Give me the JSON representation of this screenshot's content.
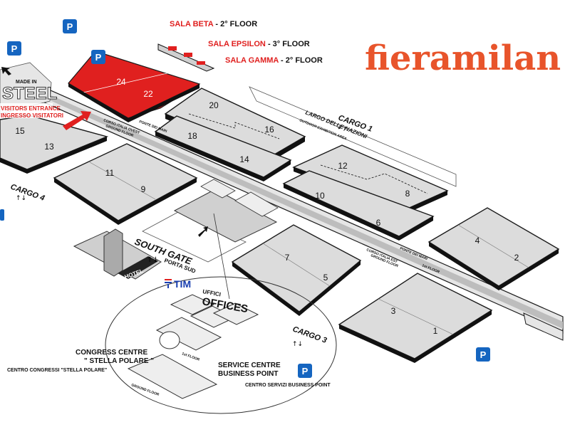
{
  "brand": {
    "logo_text": "fieramilan",
    "color": "#e8542b"
  },
  "colors": {
    "accent_red": "#e0201f",
    "hall_fill": "#dcdcdc",
    "parking": "#1565c0"
  },
  "halls": [
    "24",
    "22",
    "20",
    "18",
    "16",
    "15",
    "14",
    "13",
    "12",
    "11",
    "10",
    "9",
    "8",
    "7",
    "6",
    "5",
    "4",
    "3",
    "2",
    "1"
  ],
  "rooms": [
    {
      "name": "SALA BETA",
      "floor": " - 2° FLOOR"
    },
    {
      "name": "SALA EPSILON",
      "floor": " - 3° FLOOR"
    },
    {
      "name": "SALA GAMMA",
      "floor": " - 2° FLOOR"
    }
  ],
  "cargo": [
    "CARGO 1",
    "CARGO 4",
    "CARGO 3"
  ],
  "entrance": {
    "made_in": "MADE IN",
    "steel": "STEEL",
    "en": "VISITORS ENTRANCE",
    "it": "INGRESSO VISITATORI"
  },
  "south_gate": {
    "en": "SOUTH GATE",
    "it": "PORTA SUD",
    "sponsor": "TIM"
  },
  "hotel": {
    "label": "HOTEL",
    "brand": "TIM"
  },
  "offices": {
    "it": "UFFICI",
    "en": "OFFICES"
  },
  "congress": {
    "line1": "CONGRESS CENTRE",
    "line2": "\" STELLA POLARE \"",
    "it": "CENTRO CONGRESSI \"STELLA POLARE\""
  },
  "service": {
    "line1": "SERVICE CENTRE",
    "line2": "BUSINESS POINT",
    "it": "CENTRO SERVIZI BUSINESS POINT"
  },
  "floors": {
    "first": "1st FLOOR",
    "ground": "GROUND FLOOR"
  },
  "largo": {
    "name": "LARGO DELLE NAZIONI",
    "sub": "OUTDOOR EXHIBITION AREA"
  },
  "streets": {
    "ovest": "CORSO ITALIA OVEST",
    "est": "CORSO ITALIA EST",
    "ponte": "PONTE DEI MARI",
    "ground": "GROUND FLOOR",
    "first": "1st FLOOR"
  },
  "parking_label": "P"
}
